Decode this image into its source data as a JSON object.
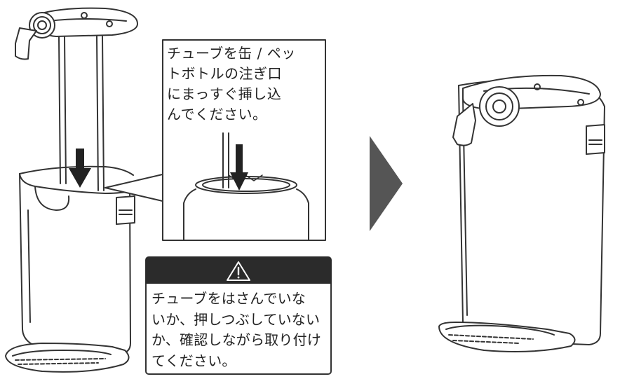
{
  "callout": {
    "lines": [
      "チューブを缶 / ペッ",
      "トボトルの注ぎ口",
      "にまっすぐ挿し込",
      "んでください。"
    ]
  },
  "warning": {
    "icon": "warning-triangle-icon",
    "lines": [
      "チューブをはさんでいな",
      "いか、押しつぶしていない",
      "か、確認しながら取り付け",
      "てください。"
    ]
  },
  "icons": {
    "step_arrow": "next-step-arrow-icon",
    "insert_arrow": "down-arrow-icon"
  },
  "colors": {
    "line": "#333333",
    "warning_header": "#2b2b2b",
    "step_arrow": "#555555"
  }
}
